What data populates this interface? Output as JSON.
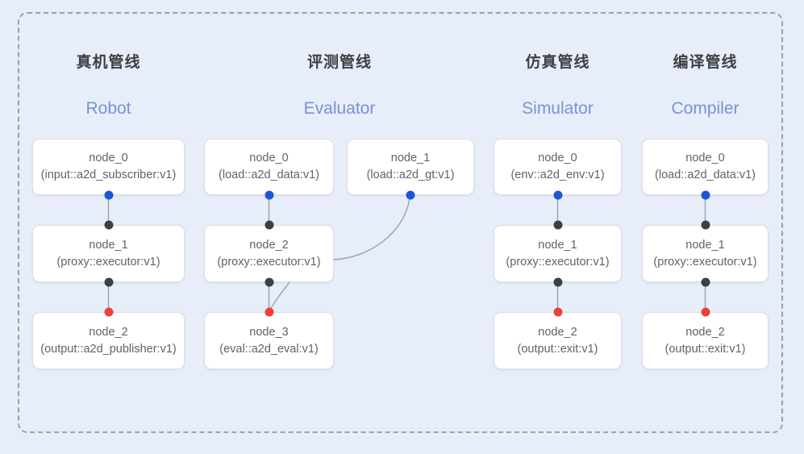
{
  "diagram": {
    "background_color": "#e8edfa",
    "frame_style": "dashed",
    "frame_color": "#9aa1ae",
    "node_fill": "#ffffff",
    "node_border": "#dcdfe6",
    "subtitle_color": "#7b92d2",
    "port_colors": {
      "input": "#1a56d6",
      "middle": "#3c4043",
      "output": "#ea4335"
    }
  },
  "columns": [
    {
      "title": "真机管线",
      "subtitle": "Robot",
      "nodes": [
        {
          "name": "node_0",
          "spec": "(input::a2d_subscriber:v1)"
        },
        {
          "name": "node_1",
          "spec": "(proxy::executor:v1)"
        },
        {
          "name": "node_2",
          "spec": "(output::a2d_publisher:v1)"
        }
      ]
    },
    {
      "title": "评测管线",
      "subtitle": "Evaluator",
      "nodes": [
        {
          "name": "node_0",
          "spec": "(load::a2d_data:v1)"
        },
        {
          "name": "node_1",
          "spec": "(load::a2d_gt:v1)"
        },
        {
          "name": "node_2",
          "spec": "(proxy::executor:v1)"
        },
        {
          "name": "node_3",
          "spec": "(eval::a2d_eval:v1)"
        }
      ]
    },
    {
      "title": "仿真管线",
      "subtitle": "Simulator",
      "nodes": [
        {
          "name": "node_0",
          "spec": "(env::a2d_env:v1)"
        },
        {
          "name": "node_1",
          "spec": "(proxy::executor:v1)"
        },
        {
          "name": "node_2",
          "spec": "(output::exit:v1)"
        }
      ]
    },
    {
      "title": "编译管线",
      "subtitle": "Compiler",
      "nodes": [
        {
          "name": "node_0",
          "spec": "(load::a2d_data:v1)"
        },
        {
          "name": "node_1",
          "spec": "(proxy::executor:v1)"
        },
        {
          "name": "node_2",
          "spec": "(output::exit:v1)"
        }
      ]
    }
  ]
}
